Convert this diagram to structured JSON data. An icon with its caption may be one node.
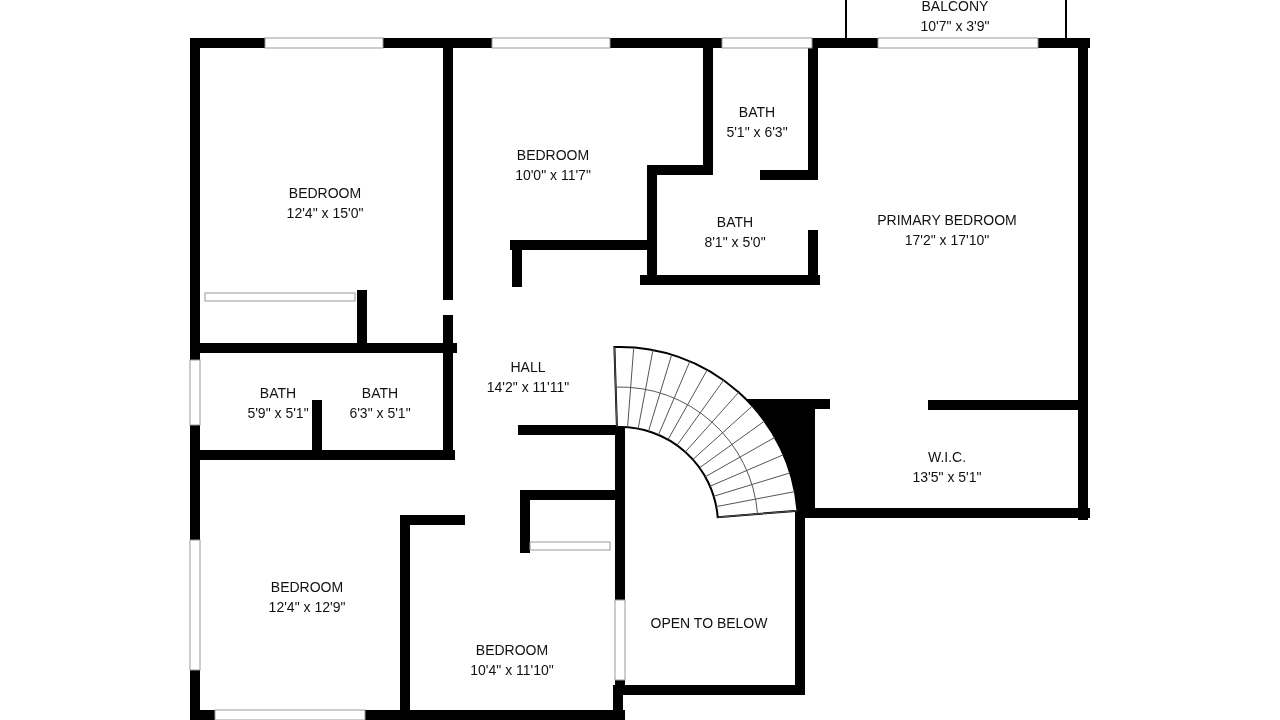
{
  "diagram": {
    "nodes": [
      {
        "text": [
          "BALCONY",
          "10'7\" x 3'9\""
        ]
      },
      {
        "text": [
          "BEDROOM",
          "12'4\" x 15'0\""
        ]
      },
      {
        "text": [
          "BEDROOM",
          "10'0\" x 11'7\""
        ]
      },
      {
        "text": [
          "BATH",
          "5'1\" x 6'3\""
        ]
      },
      {
        "text": [
          "BATH",
          "8'1\" x 5'0\""
        ]
      },
      {
        "text": [
          "PRIMARY BEDROOM",
          "17'2\" x 17'10\""
        ]
      },
      {
        "text": [
          "HALL",
          "14'2\" x 11'11\""
        ]
      },
      {
        "text": [
          "BATH",
          "5'9\" x 5'1\""
        ]
      },
      {
        "text": [
          "BATH",
          "6'3\" x 5'1\""
        ]
      },
      {
        "text": [
          "W.I.C.",
          "13'5\" x 5'1\""
        ]
      },
      {
        "text": [
          "BEDROOM",
          "12'4\" x 12'9\""
        ]
      },
      {
        "text": [
          "BEDROOM",
          "10'4\" x 11'10\""
        ]
      },
      {
        "text": [
          "OPEN TO BELOW"
        ]
      }
    ]
  }
}
